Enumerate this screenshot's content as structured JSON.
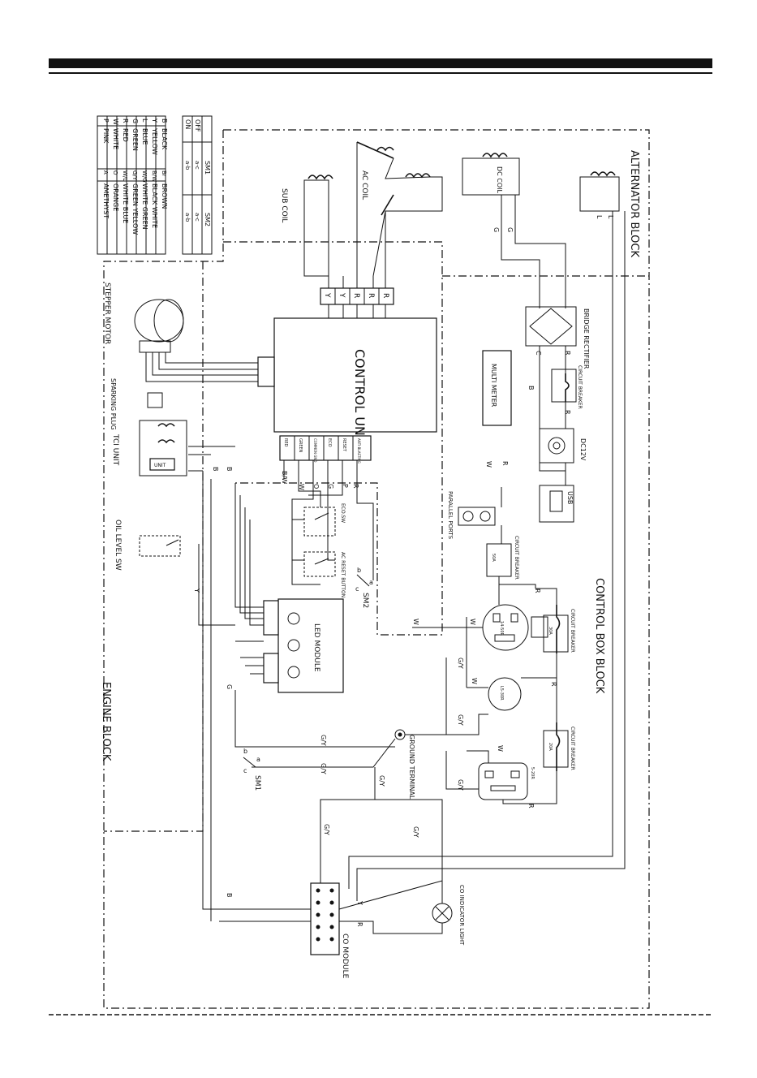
{
  "blocks": {
    "alternator": "ALTERNATOR BLOCK",
    "control_box": "CONTROL BOX BLOCK",
    "engine": "ENGINE BLOCK"
  },
  "coils": {
    "sub": "SUB COIL",
    "ac": "AC COIL",
    "dc": "DC COIL"
  },
  "terminal_labels": [
    "Y",
    "Y",
    "R",
    "R",
    "R"
  ],
  "components": {
    "control_unit": "CONTROL UNIT",
    "bridge_rectifier": "BRIDGE RECTIFIER",
    "multi_meter": "MULTI METER",
    "dc12v": "DC12V",
    "usb": "USB",
    "circuit_breaker": "CIRCUIT BREAKER",
    "parallel_ports": "PARALLEL PORTS",
    "stepper_motor": "STEPPER MOTOR",
    "sparking_plug": "SPARKING PLUG",
    "tci_unit": "TCI UNIT",
    "unit": "UNIT",
    "oil_level_sw": "OIL LEVEL SW",
    "led_module": "LED MODULE",
    "eco_sw": "ECO.SW",
    "ac_reset_button": "AC RESET BUTTON",
    "sm1": "SM1",
    "sm2": "SM2",
    "ground_terminal": "GROUND TERMINAL",
    "co_module": "CO MODULE",
    "co_indicator_light": "CO INDICATOR LIGHT",
    "breaker_50a": "50A",
    "breaker_30a": "30A",
    "breaker_20a": "20A",
    "outlet_14_50r": "14-50R",
    "outlet_l5_30r": "L5-30R",
    "outlet_5_20r": "5-20R"
  },
  "control_unit_ports": [
    "RED",
    "GREEN",
    "COMMON GND",
    "ECO",
    "RESET",
    "ANTI-BLASTING"
  ],
  "wire_labels": {
    "R": "R",
    "W": "W",
    "G": "G",
    "B": "B",
    "Y": "Y",
    "P": "P",
    "O": "O",
    "C": "C",
    "L": "L",
    "GY": "G/Y",
    "BW": "B/W",
    "a": "a",
    "b": "b",
    "c": "c"
  },
  "switch_table": {
    "headers": [
      "",
      "SM1",
      "SM2"
    ],
    "rows": [
      [
        "OFF",
        "a-c",
        "a-c"
      ],
      [
        "ON",
        "a-b",
        "a-b"
      ]
    ]
  },
  "color_legend": [
    [
      "B",
      "BLACK",
      "Br",
      "BROWN"
    ],
    [
      "Y",
      "YELLOW",
      "B/W",
      "BLACK WHITE"
    ],
    [
      "L",
      "BLUE",
      "W/G",
      "WHITE GREEN"
    ],
    [
      "G",
      "GREEN",
      "G/Y",
      "GREEN YELLOW"
    ],
    [
      "R",
      "RED",
      "W/L",
      "WHITE BLUE"
    ],
    [
      "W",
      "WHITE",
      "O",
      "ORANGE"
    ],
    [
      "P",
      "PINK",
      "A",
      "AMETHYST"
    ]
  ]
}
